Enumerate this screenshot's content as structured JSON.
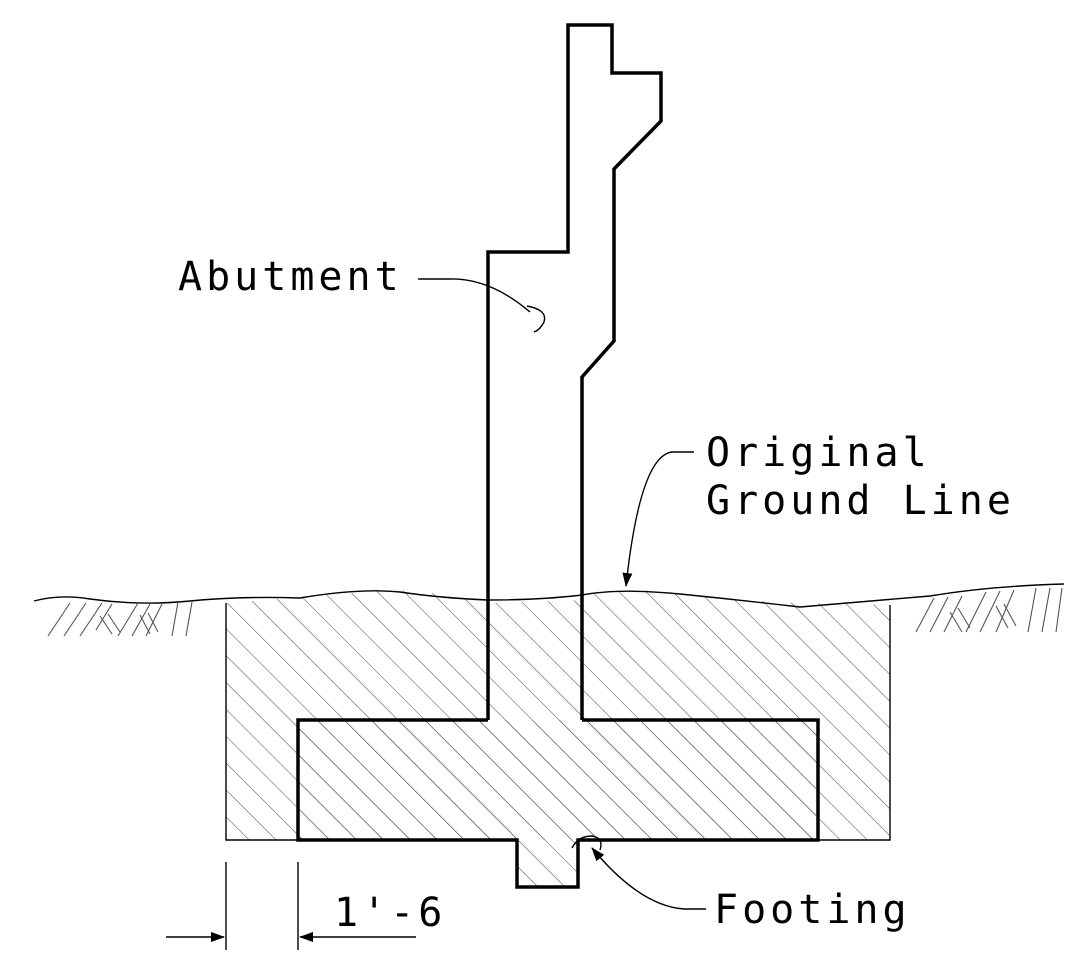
{
  "labels": {
    "abutment": "Abutment",
    "original_ground_line_1": "Original",
    "original_ground_line_2": "Ground Line",
    "footing": "Footing",
    "dimension": "1'-6"
  },
  "colors": {
    "line": "#000000",
    "hatch": "#555555",
    "background": "#ffffff"
  }
}
